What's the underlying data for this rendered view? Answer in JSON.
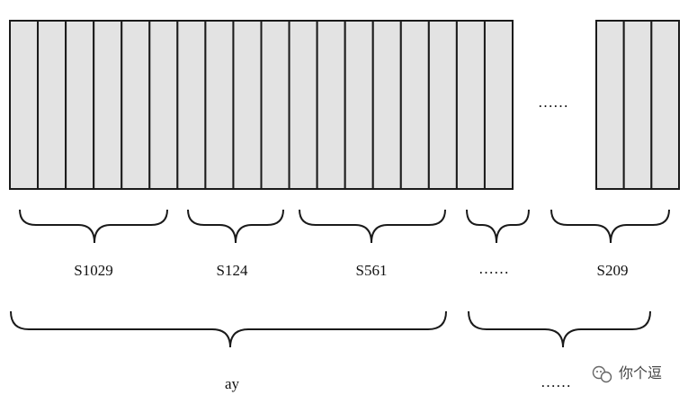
{
  "colors": {
    "cell_fill": "#e3e3e3",
    "stroke": "#1a1a1a",
    "background": "#ffffff"
  },
  "blocks": {
    "group1_cell_count": 18,
    "group2_cell_count": 3,
    "gap_ellipsis": "……"
  },
  "segments": [
    {
      "label": "S1029"
    },
    {
      "label": "S124"
    },
    {
      "label": "S561"
    },
    {
      "label": "……"
    },
    {
      "label": "S209"
    }
  ],
  "groups": [
    {
      "label": "ay"
    },
    {
      "label": "……"
    }
  ],
  "watermark": {
    "icon": "wechat-icon",
    "text": "你个逗"
  }
}
